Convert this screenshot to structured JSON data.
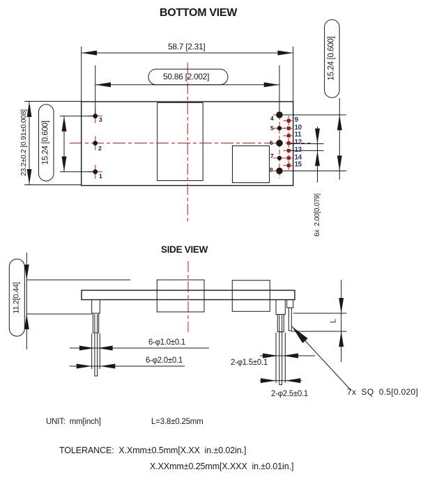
{
  "colors": {
    "ink": "#1a1a1a",
    "red": "#cf2b2b",
    "reddark": "#8f1d1d",
    "navy": "#1f3864"
  },
  "titles": {
    "bottom": "BOTTOM VIEW",
    "side": "SIDE VIEW"
  },
  "bottom_view": {
    "dim_width": "58.7 [2.31]",
    "dim_pin_span": "50.86 [2.002]",
    "dim_height": "23.2±0.2 [0.91±0.008]",
    "dim_left_pitch": "15.24 [0.600]",
    "dim_right_pitch": "15.24 [0.600]",
    "dim_aux_pitch": "6x  2.00[0.079]",
    "left_pins": [
      "3",
      "2",
      "1"
    ],
    "power_pins": [
      "4",
      "5",
      "6",
      "7",
      "8"
    ],
    "aux_pins": [
      "9",
      "10",
      "11",
      "12",
      "13",
      "14",
      "15"
    ]
  },
  "side_view": {
    "dim_height": "11.2[0.44]",
    "dim_pin_tip": "6-φ1.0±0.1",
    "dim_pin_base": "6-φ2.0±0.1",
    "dim_pin2_tip": "2-φ1.5±0.1",
    "dim_pin2_base": "2-φ2.5±0.1",
    "dim_sq_pin": "7x  SQ  0.5[0.020]",
    "dim_l": "L"
  },
  "notes": {
    "unit": "UNIT:  mm[inch]",
    "l_value": "L=3.8±0.25mm",
    "tolerance_line1": "TOLERANCE:  X.Xmm±0.5mm[X.XX  in.±0.02in.]",
    "tolerance_line2": "X.XXmm±0.25mm[X.XXX  in.±0.01in.]"
  }
}
